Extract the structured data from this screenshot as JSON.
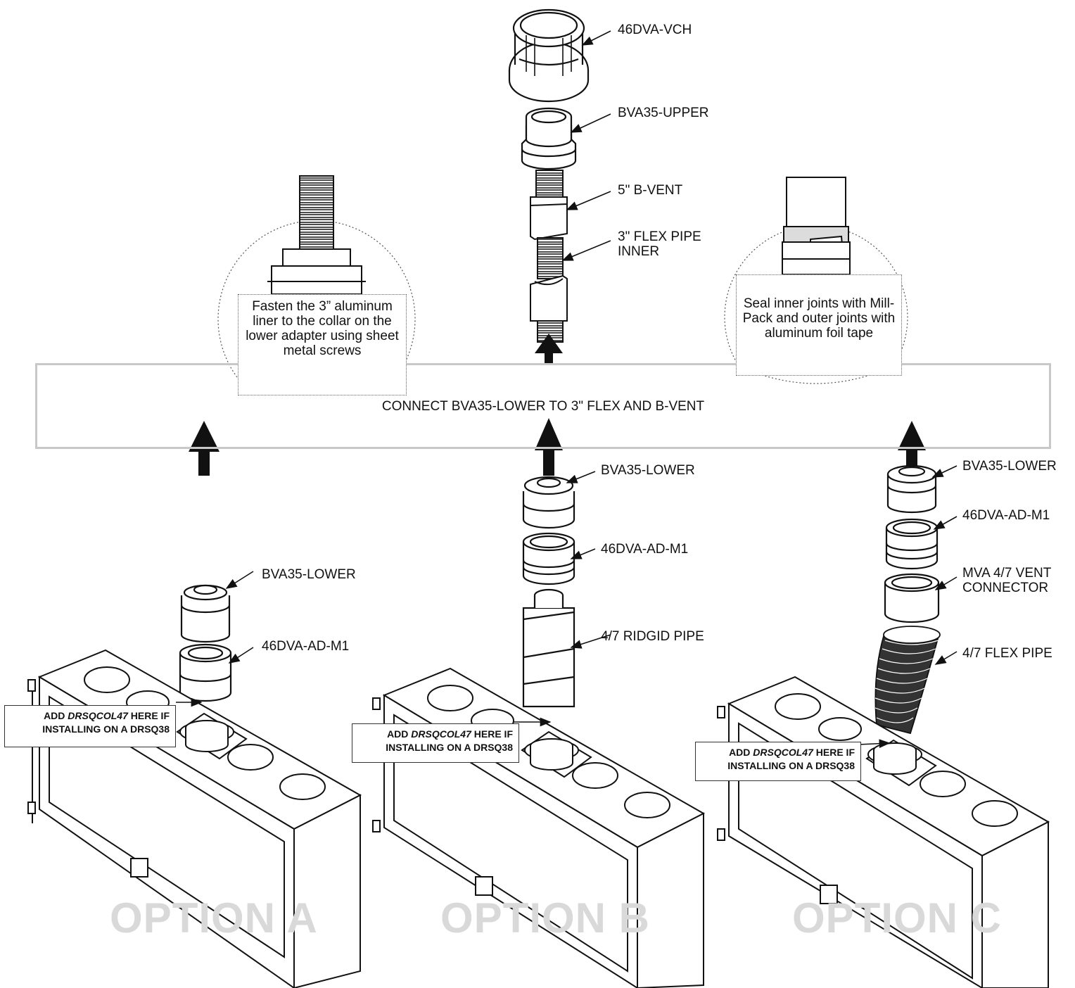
{
  "diagram": {
    "banner_text": "CONNECT BVA35-LOWER TO 3\" FLEX AND B-VENT",
    "notes": {
      "left": "Fasten the 3” aluminum liner to the collar on the lower adapter using sheet metal screws",
      "right": "Seal inner joints with Mill-Pack and outer joints with aluminum foil tape"
    },
    "top_stack_labels": [
      "46DVA-VCH",
      "BVA35-UPPER",
      "5\" B-VENT",
      "3\" FLEX PIPE\nINNER"
    ],
    "option_a": {
      "title": "OPTION A",
      "labels": [
        "BVA35-LOWER",
        "46DVA-AD-M1"
      ],
      "callout_pre": "ADD ",
      "callout_em": "DRSQCOL47",
      "callout_post": " HERE IF",
      "callout_line2": "INSTALLING ON A DRSQ38"
    },
    "option_b": {
      "title": "OPTION B",
      "labels": [
        "BVA35-LOWER",
        "46DVA-AD-M1",
        "4/7 RIDGID PIPE"
      ],
      "callout_pre": "ADD ",
      "callout_em": "DRSQCOL47",
      "callout_post": " HERE IF",
      "callout_line2": "INSTALLING ON A DRSQ38"
    },
    "option_c": {
      "title": "OPTION C",
      "labels": [
        "BVA35-LOWER",
        "46DVA-AD-M1",
        "MVA 4/7 VENT\nCONNECTOR",
        "4/7 FLEX PIPE"
      ],
      "callout_pre": "ADD ",
      "callout_em": "DRSQCOL47",
      "callout_post": " HERE IF",
      "callout_line2": "INSTALLING ON A DRSQ38"
    }
  }
}
